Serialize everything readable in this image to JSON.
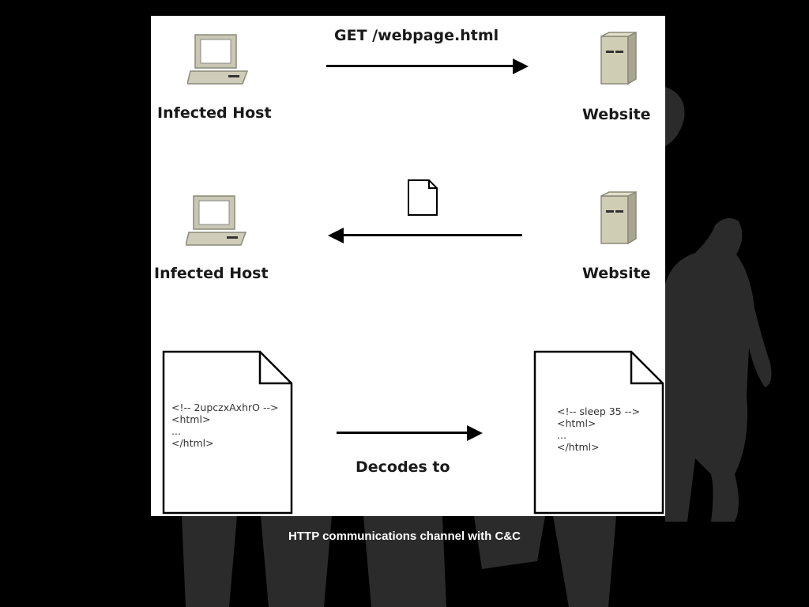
{
  "diagram": {
    "row1": {
      "host_label": "Infected Host",
      "request_label": "GET /webpage.html",
      "server_label": "Website"
    },
    "row2": {
      "host_label": "Infected Host",
      "server_label": "Website"
    },
    "row3": {
      "encoded_doc": {
        "line1": "<!-- 2upczxAxhrO -->",
        "line2": "<html>",
        "line3": "...",
        "line4": "</html>"
      },
      "decoded_doc": {
        "line1": "<!-- sleep 35 -->",
        "line2": "<html>",
        "line3": "...",
        "line4": "</html>"
      },
      "arrow_label": "Decodes to"
    }
  },
  "caption": "HTTP communications channel with C&C",
  "icons": [
    "computer-icon",
    "server-icon",
    "document-icon"
  ]
}
